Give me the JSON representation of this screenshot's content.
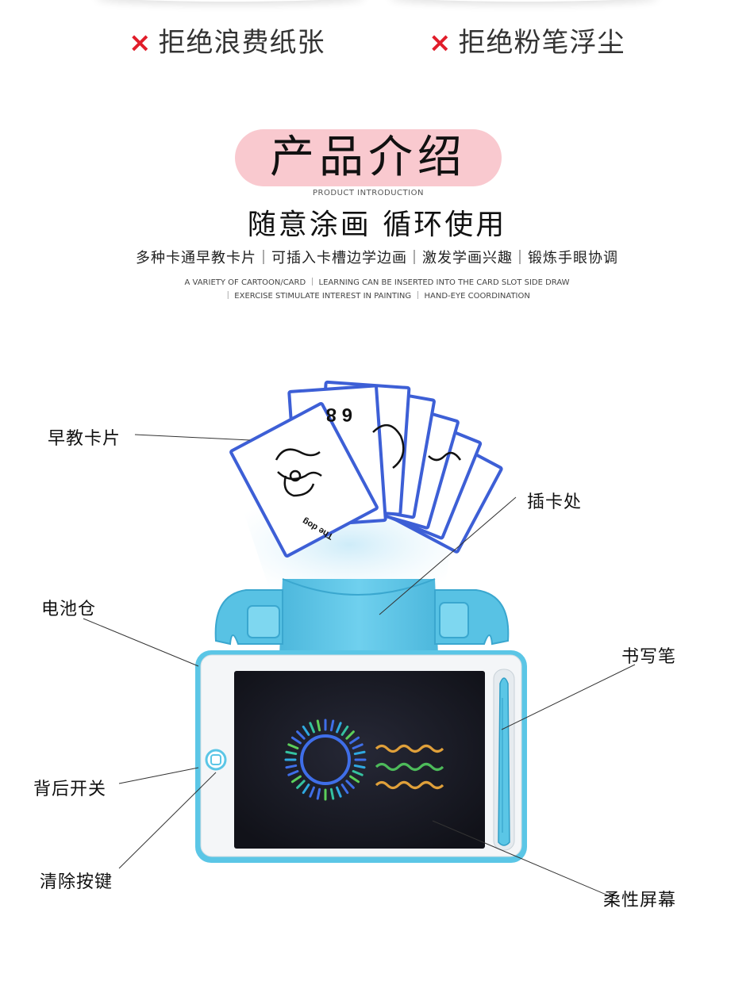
{
  "benefits": [
    {
      "mark": "×",
      "text": "拒绝浪费纸张"
    },
    {
      "mark": "×",
      "text": "拒绝粉笔浮尘"
    }
  ],
  "section": {
    "title": "产品介绍",
    "subtitle": "PRODUCT INTRODUCTION",
    "headline": "随意涂画 循环使用",
    "subline": "多种卡通早教卡片｜可插入卡槽边学边画｜激发学画兴趣｜锻炼手眼协调",
    "english_line1": "A VARIETY OF CARTOON/CARD ｜ LEARNING CAN BE INSERTED INTO THE CARD SLOT SIDE DRAW",
    "english_line2": "｜ EXERCISE STIMULATE INTEREST IN PAINTING ｜ HAND-EYE COORDINATION"
  },
  "callouts": {
    "cards": "早教卡片",
    "card_slot": "插卡处",
    "battery": "电池仓",
    "pen": "书写笔",
    "back_switch": "背后开关",
    "clear_button": "清除按键",
    "screen": "柔性屏幕"
  },
  "card_caption": "The dog",
  "card_numbers": "6 8",
  "colors": {
    "accent_red": "#e11d2a",
    "pill_pink": "#f9c9cf",
    "device_blue": "#5bc6e6",
    "card_border": "#3d5fd6",
    "screen_dark": "#15161f"
  }
}
